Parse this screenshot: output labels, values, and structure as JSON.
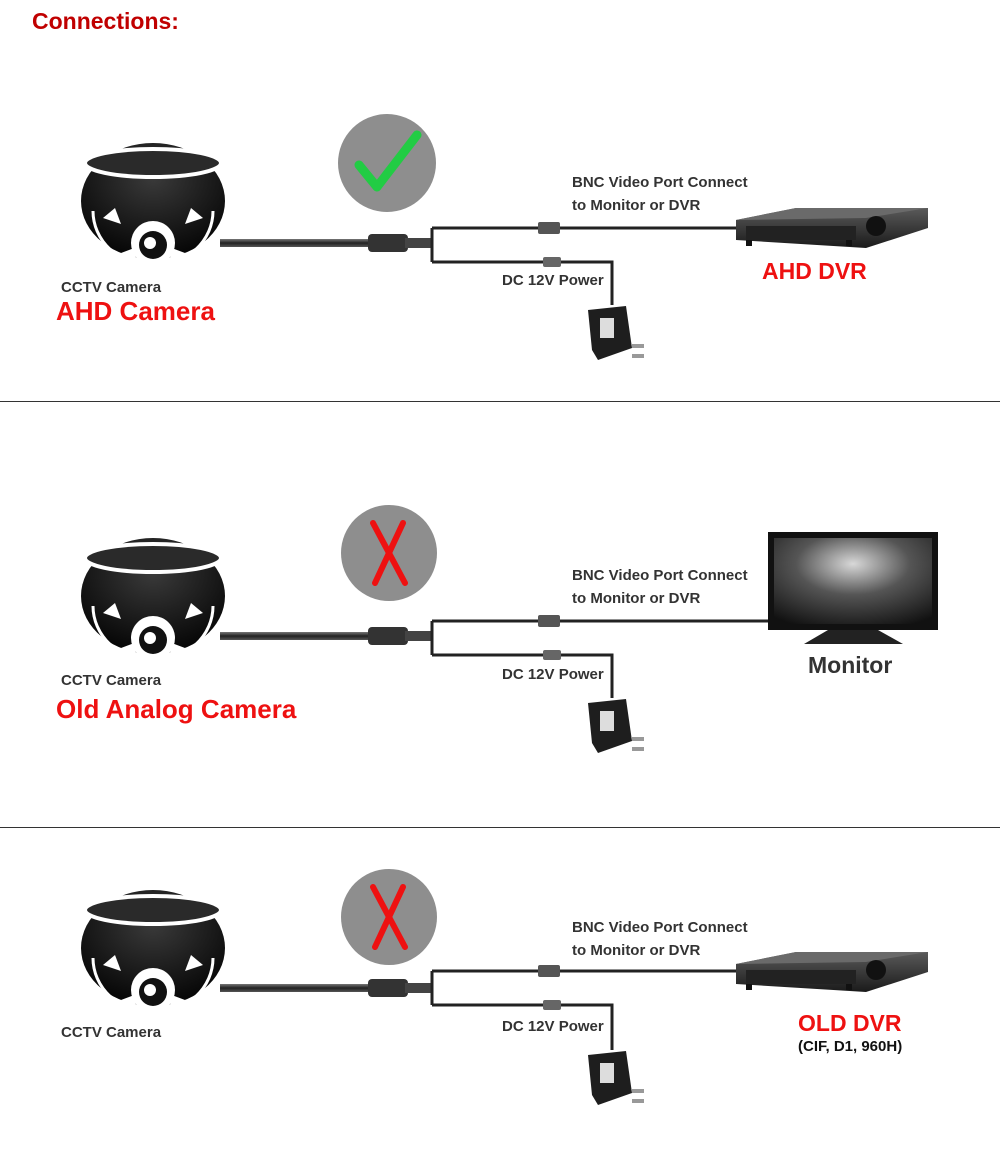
{
  "title": "Connections:",
  "colors": {
    "accent_red": "#ee1111",
    "title_red": "#c00000",
    "check_green": "#22cc44",
    "badge_gray": "#8e8e8e"
  },
  "panels": [
    {
      "status_icon": "check-icon",
      "camera_caption": "CCTV Camera",
      "camera_type": "AHD Camera",
      "bnc_line1": "BNC Video Port Connect",
      "bnc_line2": "to Monitor or DVR",
      "power_label": "DC 12V Power",
      "device_icon": "dvr-icon",
      "device_label": "AHD DVR",
      "device_sublabel": ""
    },
    {
      "status_icon": "cross-icon",
      "camera_caption": "CCTV Camera",
      "camera_type": "Old Analog Camera",
      "bnc_line1": "BNC Video Port Connect",
      "bnc_line2": "to Monitor or DVR",
      "power_label": "DC 12V Power",
      "device_icon": "monitor-icon",
      "device_label": "Monitor",
      "device_sublabel": ""
    },
    {
      "status_icon": "cross-icon",
      "camera_caption": "CCTV Camera",
      "camera_type": "",
      "bnc_line1": "BNC Video Port Connect",
      "bnc_line2": "to Monitor or DVR",
      "power_label": "DC 12V Power",
      "device_icon": "dvr-icon",
      "device_label": "OLD DVR",
      "device_sublabel": "(CIF, D1, 960H)"
    }
  ]
}
